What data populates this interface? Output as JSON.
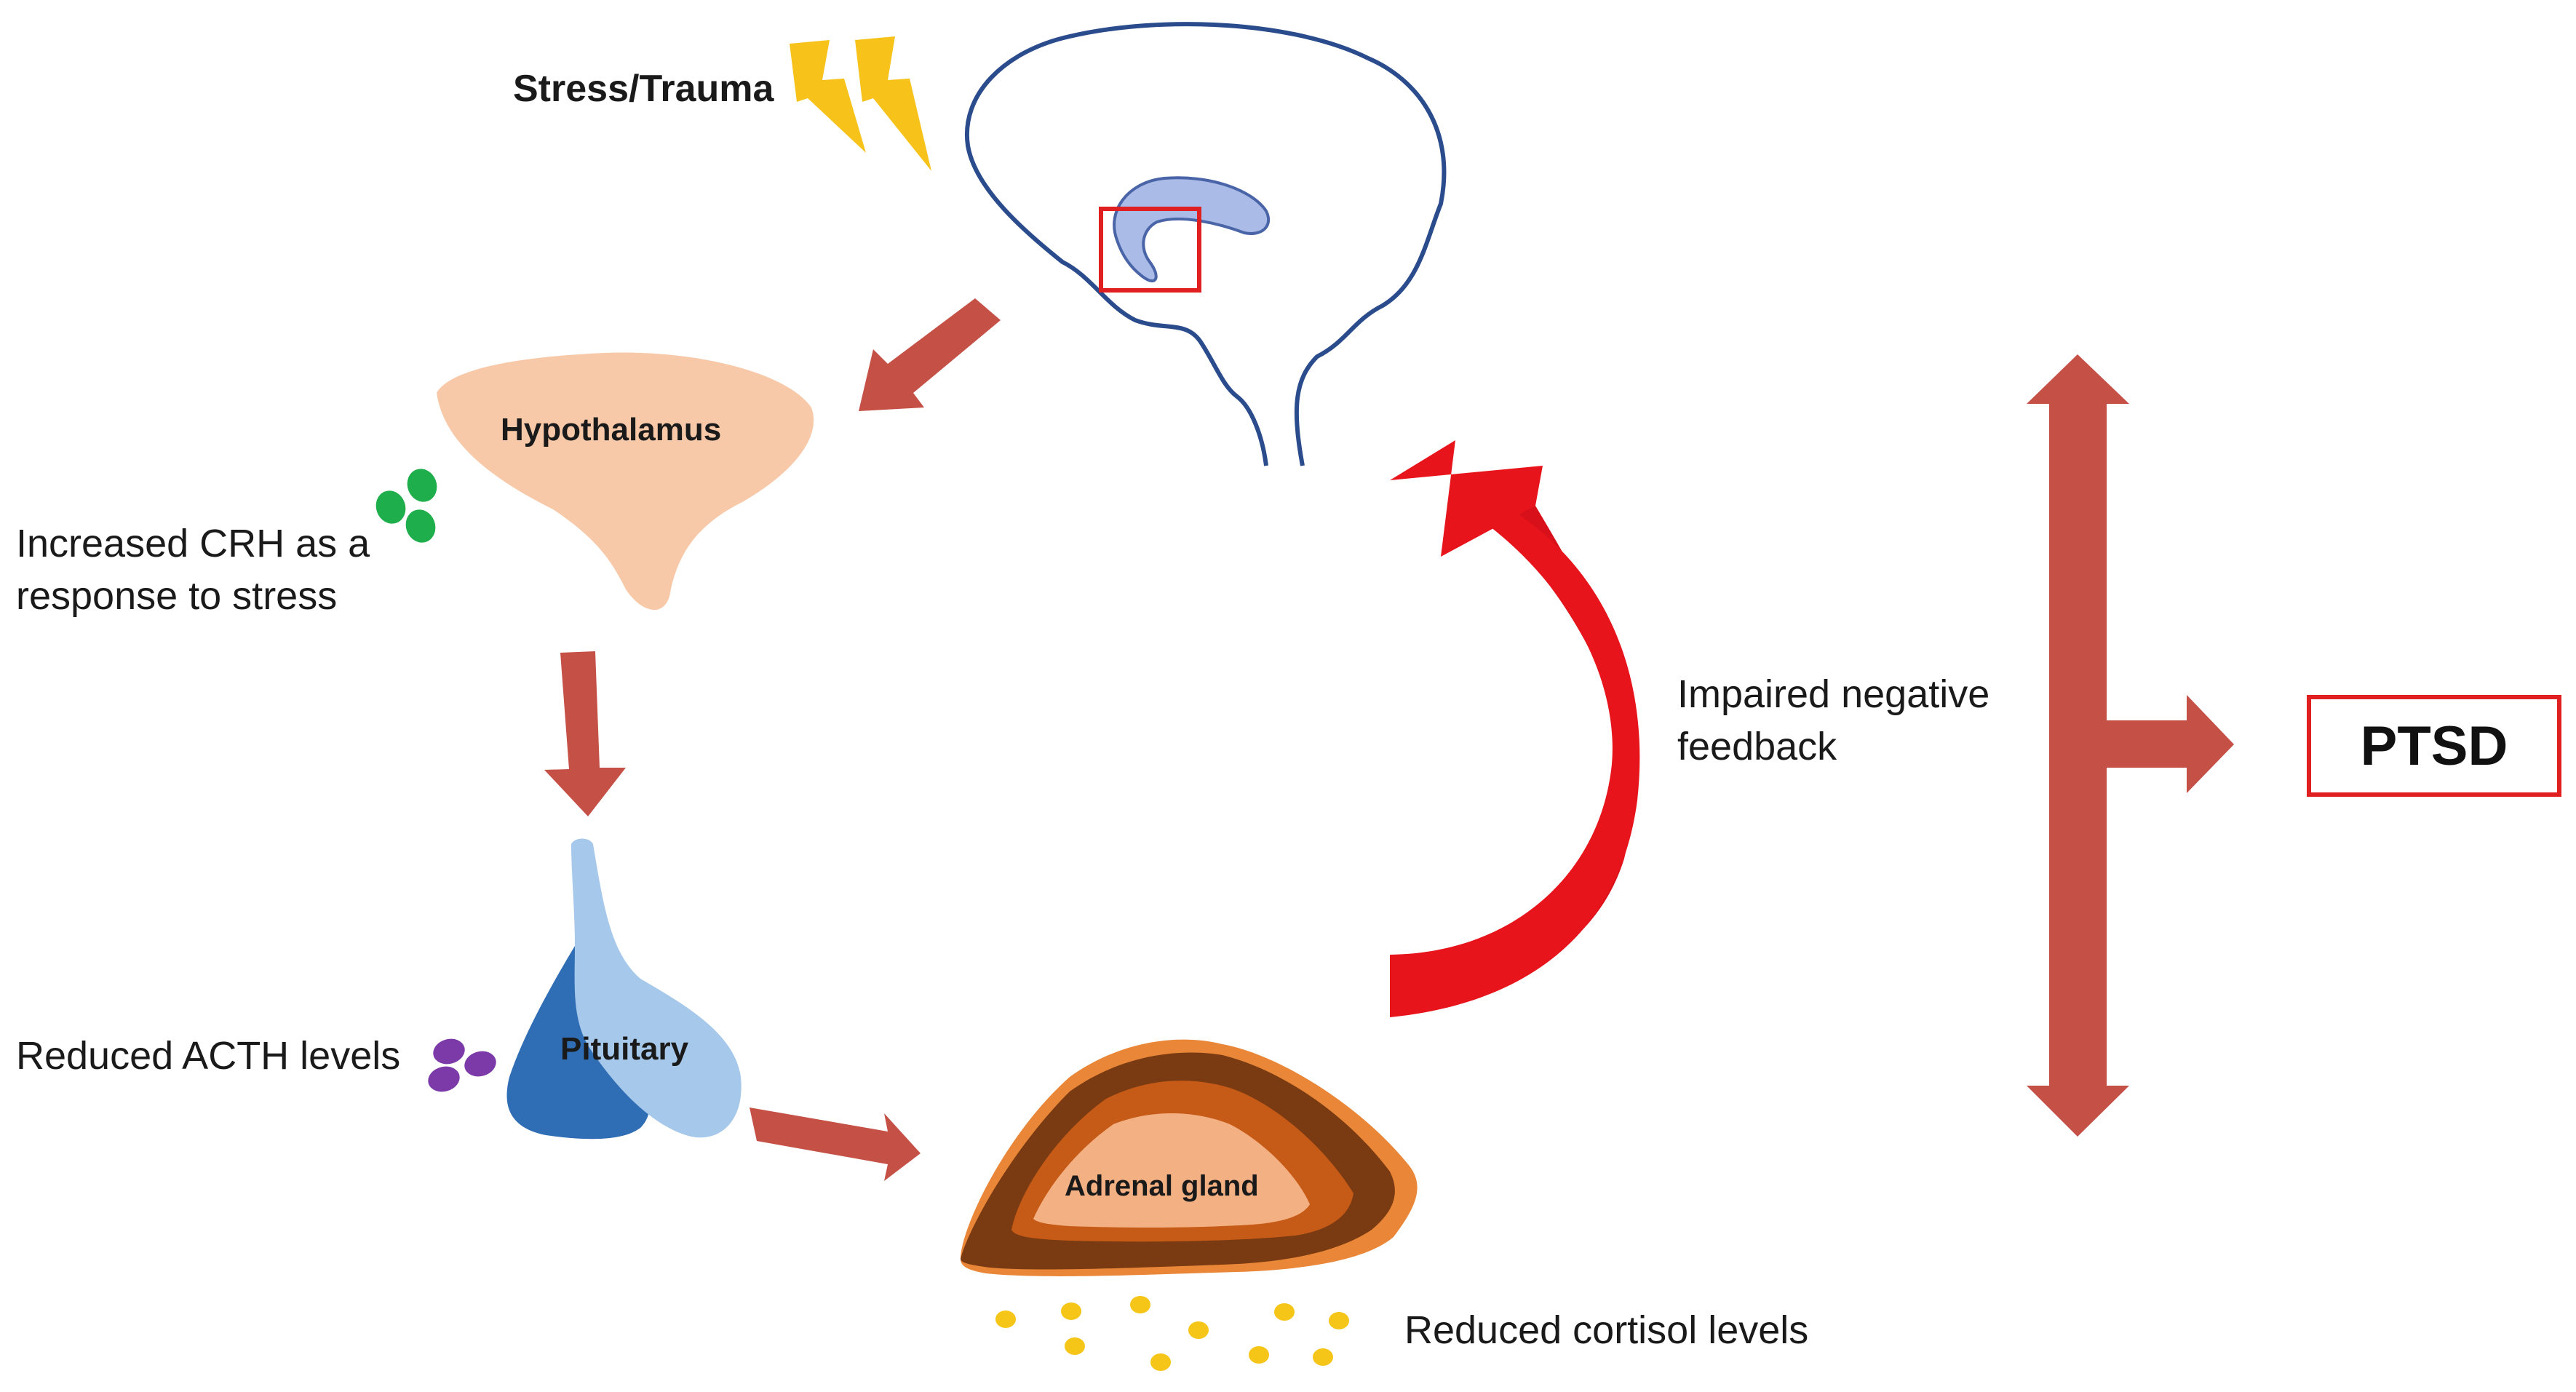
{
  "labels": {
    "stress": "Stress/Trauma",
    "hypothalamus": "Hypothalamus",
    "crh": "Increased CRH as a response to stress",
    "pituitary": "Pituitary",
    "acth": "Reduced ACTH levels",
    "adrenal": "Adrenal gland",
    "cortisol": "Reduced cortisol levels",
    "feedback": "Impaired negative feedback",
    "ptsd": "PTSD"
  },
  "colors": {
    "arrow": "#c55046",
    "feedback_arrow": "#e8141b",
    "brain_outline": "#2b4c8c",
    "brain_inner": "#a9bbe6",
    "hypothalamus": "#f7c9a8",
    "pituitary_dark": "#2f6db5",
    "pituitary_light": "#a6c8ea",
    "adrenal_outer": "#7a3b12",
    "adrenal_mid": "#c65a17",
    "adrenal_inner": "#f3b083",
    "crh_dots": "#1fae4c",
    "acth_dots": "#7b3aa8",
    "cortisol_dots": "#f5c518",
    "lightning": "#f7c21a",
    "highlight_box": "#e02020"
  }
}
